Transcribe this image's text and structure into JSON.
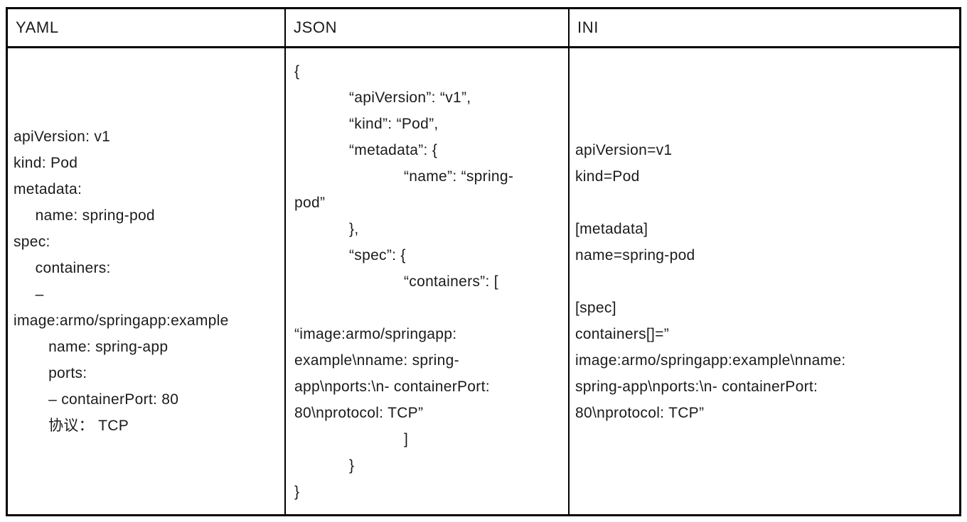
{
  "colors": {
    "background": "#ffffff",
    "border": "#000000",
    "text": "#1b1b1b"
  },
  "table": {
    "columns": [
      {
        "header": "YAML",
        "code": "apiVersion: v1\nkind: Pod\nmetadata:\n     name: spring-pod\nspec:\n     containers:\n     –\nimage:armo/springapp:example\n        name: spring-app\n        ports:\n        – containerPort: 80\n        协议： TCP"
      },
      {
        "header": "JSON",
        "code": "{\n\t“apiVersion”: “v1”,\n\t“kind”: “Pod”,\n\t“metadata”: {\n\t\t“name”: “spring-\npod”\n\t},\n\t“spec”: {\n\t\t“containers”: [\n\n“image:armo/springapp:\nexample\\nname: spring-\napp\\nports:\\n- containerPort:\n80\\nprotocol: TCP”\n\t\t]\n\t}\n}"
      },
      {
        "header": "INI",
        "code": "apiVersion=v1\nkind=Pod\n\n[metadata]\nname=spring-pod\n\n[spec]\ncontainers[]=”\nimage:armo/springapp:example\\nname:\nspring-app\\nports:\\n- containerPort:\n80\\nprotocol: TCP”"
      }
    ]
  }
}
